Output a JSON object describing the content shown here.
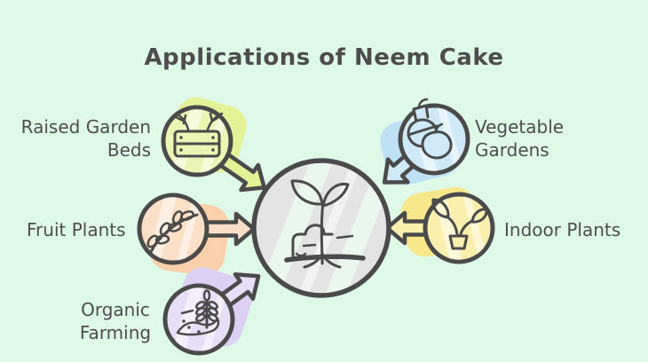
{
  "title": "Applications of Neem Cake",
  "diagram": {
    "center": {
      "icon": "seedling-in-soil-icon"
    },
    "nodes": [
      {
        "id": "raised-garden-beds",
        "label": "Raised Garden Beds",
        "label_lines": [
          "Raised Garden",
          "Beds"
        ],
        "icon": "raised-garden-bed-icon",
        "position": "top-left",
        "fill": "#EBF5B4",
        "accent": "#E4F297"
      },
      {
        "id": "vegetable-gardens",
        "label": "Vegetable Gardens",
        "label_lines": [
          "Vegetable",
          "Gardens"
        ],
        "icon": "vegetables-icon",
        "position": "top-right",
        "fill": "#CFE9F8",
        "accent": "#BFE1F6"
      },
      {
        "id": "fruit-plants",
        "label": "Fruit Plants",
        "label_lines": [
          "Fruit Plants"
        ],
        "icon": "fruit-branch-icon",
        "position": "left",
        "fill": "#FBDFC6",
        "accent": "#FAD0AC"
      },
      {
        "id": "indoor-plants",
        "label": "Indoor Plants",
        "label_lines": [
          "Indoor Plants"
        ],
        "icon": "potted-plant-icon",
        "position": "right",
        "fill": "#FBEFAE",
        "accent": "#F9E78C"
      },
      {
        "id": "organic-farming",
        "label": "Organic Farming",
        "label_lines": [
          "Organic",
          "Farming"
        ],
        "icon": "wheat-and-soil-icon",
        "position": "bottom-left",
        "fill": "#E7DFF8",
        "accent": "#DCD0F4"
      }
    ]
  },
  "colors": {
    "background": "#DFF9E9",
    "ink": "#4D4D4D",
    "outline": "#4A4A4A",
    "center-fill": "#E4E4E4",
    "center-streak": "#E9F7EE",
    "node-tl-fill": "#EBF5B4",
    "node-tl-accent": "#E4F297",
    "node-tr-fill": "#CFE9F8",
    "node-tr-accent": "#BFE1F6",
    "node-l-fill": "#FBDFC6",
    "node-l-accent": "#FAD0AC",
    "node-r-fill": "#FBEFAE",
    "node-r-accent": "#F9E78C",
    "node-bl-fill": "#E7DFF8",
    "node-bl-accent": "#DCD0F4"
  }
}
